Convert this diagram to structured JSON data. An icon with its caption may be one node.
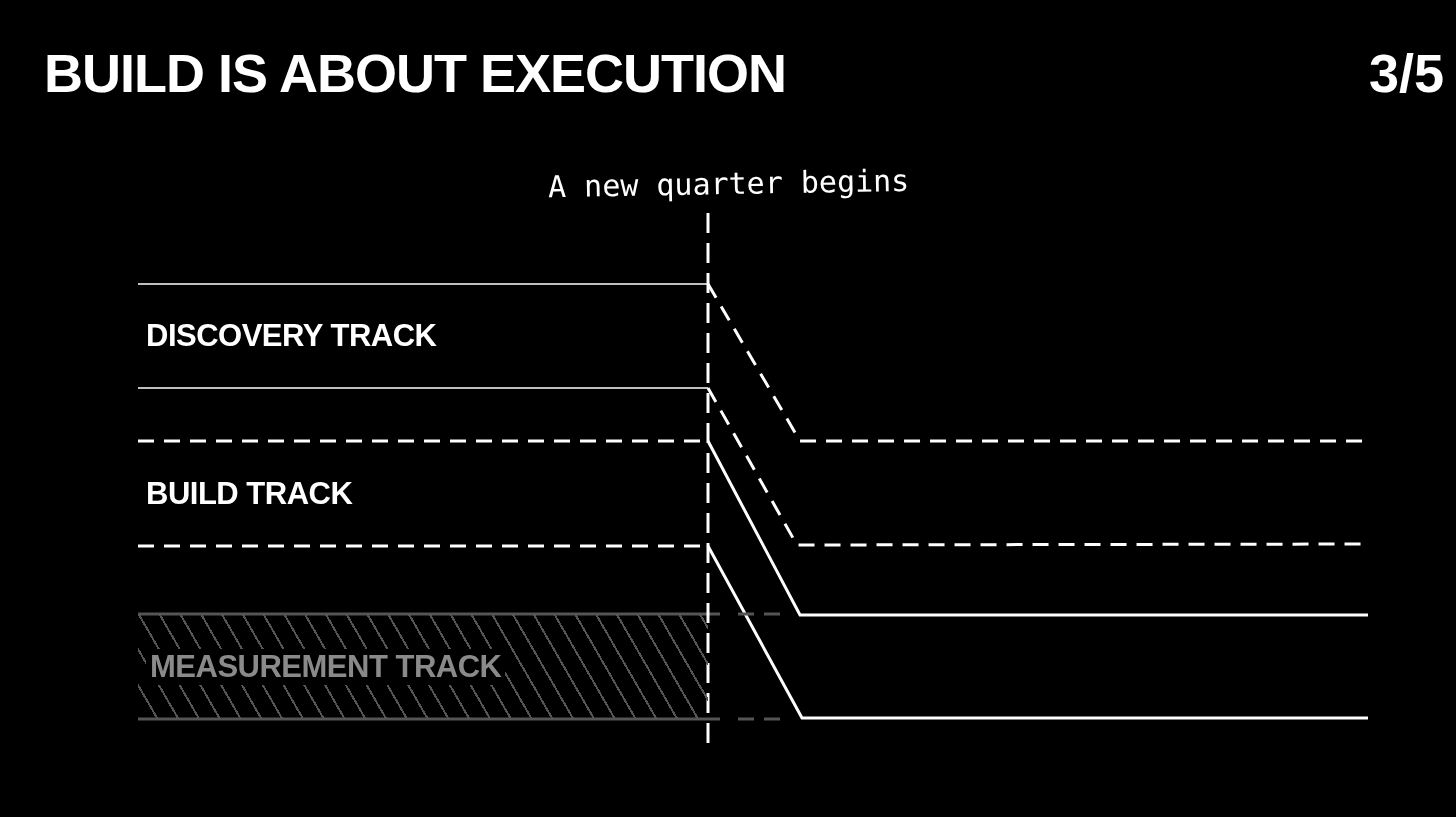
{
  "diagram": {
    "title": "BUILD IS ABOUT EXECUTION",
    "nodes": [
      {
        "text": [
          "DISCOVERY TRACK"
        ]
      },
      {
        "text": [
          "BUILD TRACK"
        ]
      },
      {
        "text": [
          "MEASUREMENT TRACK"
        ]
      }
    ],
    "labels": [
      "3/5",
      "A new quarter begins"
    ]
  }
}
